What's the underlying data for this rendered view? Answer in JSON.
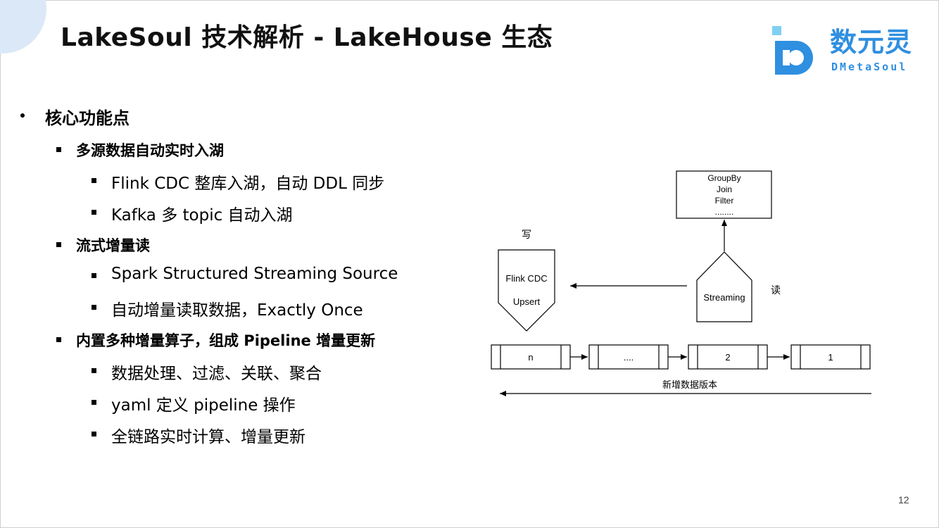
{
  "title": "LakeSoul 技术解析 - LakeHouse 生态",
  "logo": {
    "cn": "数元灵",
    "en": "DMetaSoul"
  },
  "colors": {
    "brand": "#2f8fe0",
    "brand_light": "#7fd0f2",
    "corner_circle": "#dbe8f7"
  },
  "bullets": {
    "main": "核心功能点",
    "groups": [
      {
        "heading": "多源数据自动实时入湖",
        "items": [
          "Flink CDC 整库入湖，自动 DDL 同步",
          "Kafka 多 topic 自动入湖"
        ]
      },
      {
        "heading": "流式增量读",
        "items": [
          "Spark Structured Streaming Source",
          "自动增量读取数据，Exactly Once"
        ]
      },
      {
        "heading": "内置多种增量算子，组成 Pipeline 增量更新",
        "items": [
          "数据处理、过滤、关联、聚合",
          "yaml 定义 pipeline 操作",
          "全链路实时计算、增量更新"
        ]
      }
    ]
  },
  "diagram": {
    "ops_box": [
      "GroupBy",
      "Join",
      "Filter",
      "........"
    ],
    "write_label": "写",
    "read_label": "读",
    "flink": [
      "Flink CDC",
      "Upsert"
    ],
    "streaming": "Streaming",
    "versions": [
      "n",
      "....",
      "2",
      "1"
    ],
    "timeline_label": "新增数据版本"
  },
  "page_number": "12"
}
